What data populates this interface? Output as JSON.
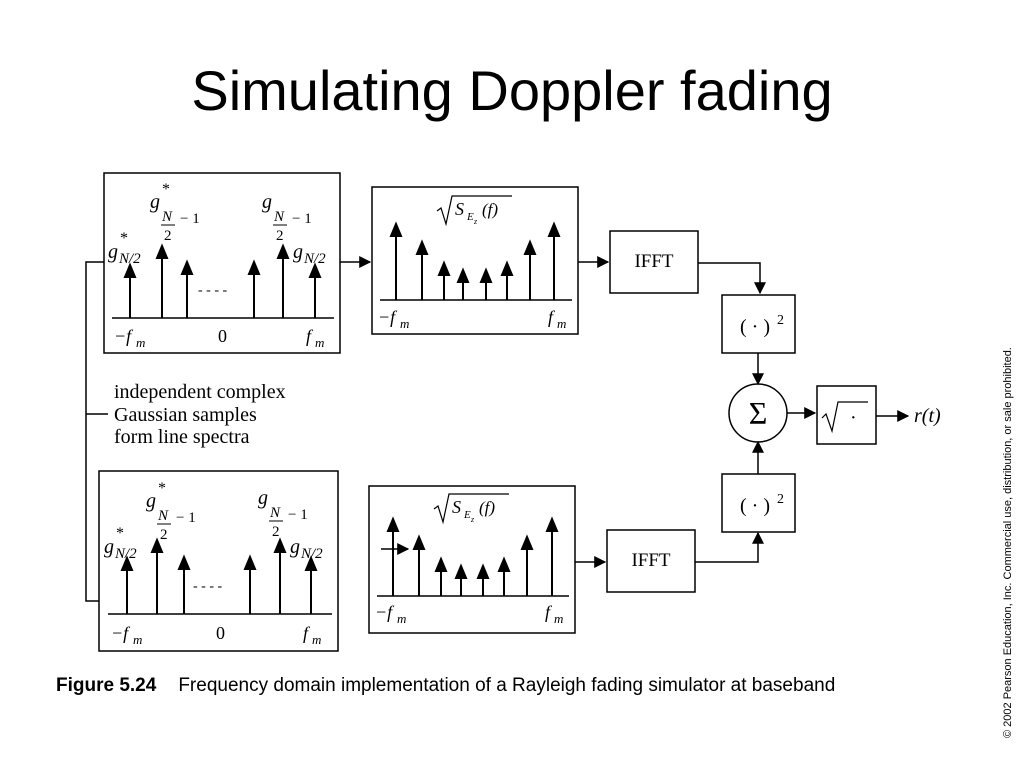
{
  "slide": {
    "title": "Simulating Doppler fading",
    "caption_label": "Figure 5.24",
    "caption_text": "Frequency domain implementation of a Rayleigh fading simulator at baseband",
    "copyright": "© 2002 Pearson Education, Inc. Commercial use, distribution, or sale prohibited."
  },
  "diagram": {
    "note": {
      "line1": "independent complex",
      "line2": "Gaussian samples",
      "line3": "form line spectra"
    },
    "line_spectrum": {
      "g": "g",
      "star": "*",
      "n": "N",
      "two": "2",
      "minus_one": "− 1",
      "n_over_2": "N/2",
      "dashes": "- - - -",
      "axis_left": "−f",
      "axis_center": "0",
      "axis_right": "f",
      "axis_sub": "m"
    },
    "filter": {
      "sqrt_s": "S",
      "sub_e": "E",
      "sub_z": "z",
      "of_f": "(f)",
      "axis_left": "−f",
      "axis_right": "f",
      "axis_sub": "m"
    },
    "ifft_label": "IFFT",
    "square_label": "( · )",
    "square_exp": "2",
    "sum_symbol": "Σ",
    "sqrt_dot": "·",
    "output_r": "r(t)"
  }
}
